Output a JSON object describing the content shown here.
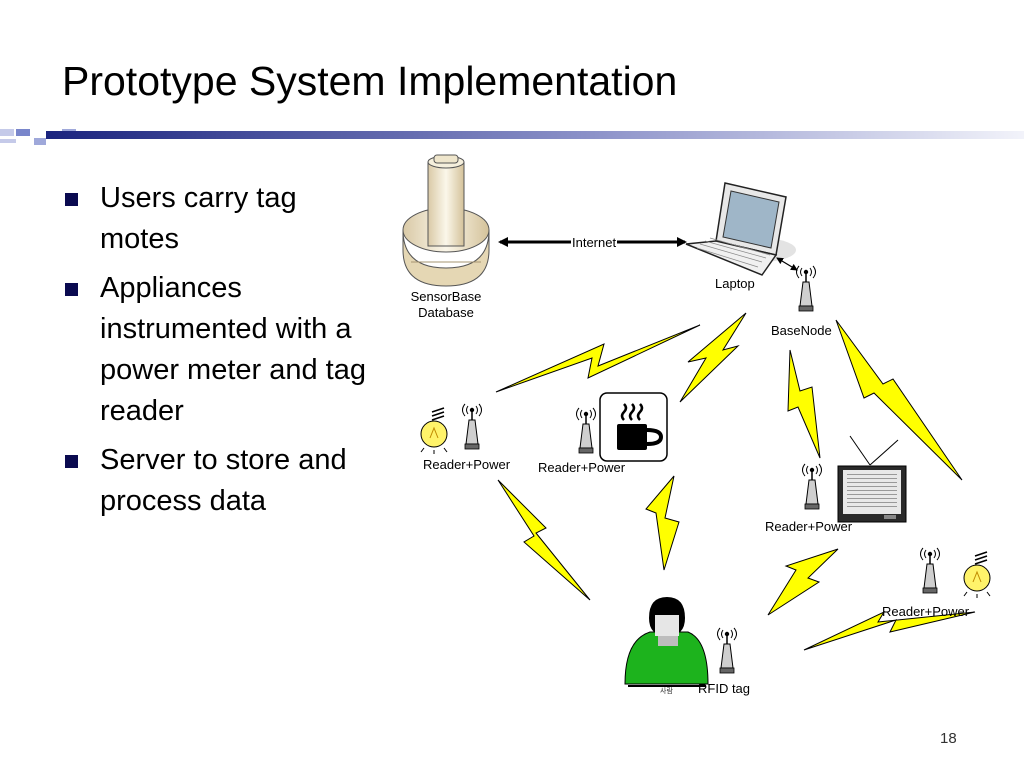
{
  "slide": {
    "title": "Prototype System Implementation",
    "page_number": "18"
  },
  "bullets": [
    "Users carry tag motes",
    "Appliances instrumented with a power meter and tag reader",
    "Server to store and process data"
  ],
  "diagram": {
    "database_label_line1": "SensorBase",
    "database_label_line2": "Database",
    "internet_label": "Internet",
    "laptop_label": "Laptop",
    "basenode_label": "BaseNode",
    "reader_lamp_left": "Reader+Power",
    "reader_coffee": "Reader+Power",
    "reader_tv": "Reader+Power",
    "reader_lamp_right": "Reader+Power",
    "rfid_label": "RFID tag",
    "person_caption": "사람"
  },
  "colors": {
    "lightning_fill": "#ffff00",
    "person_green": "#1db31d",
    "title_rule_dark": "#1a237e",
    "bullet_square": "#0a0a50"
  }
}
